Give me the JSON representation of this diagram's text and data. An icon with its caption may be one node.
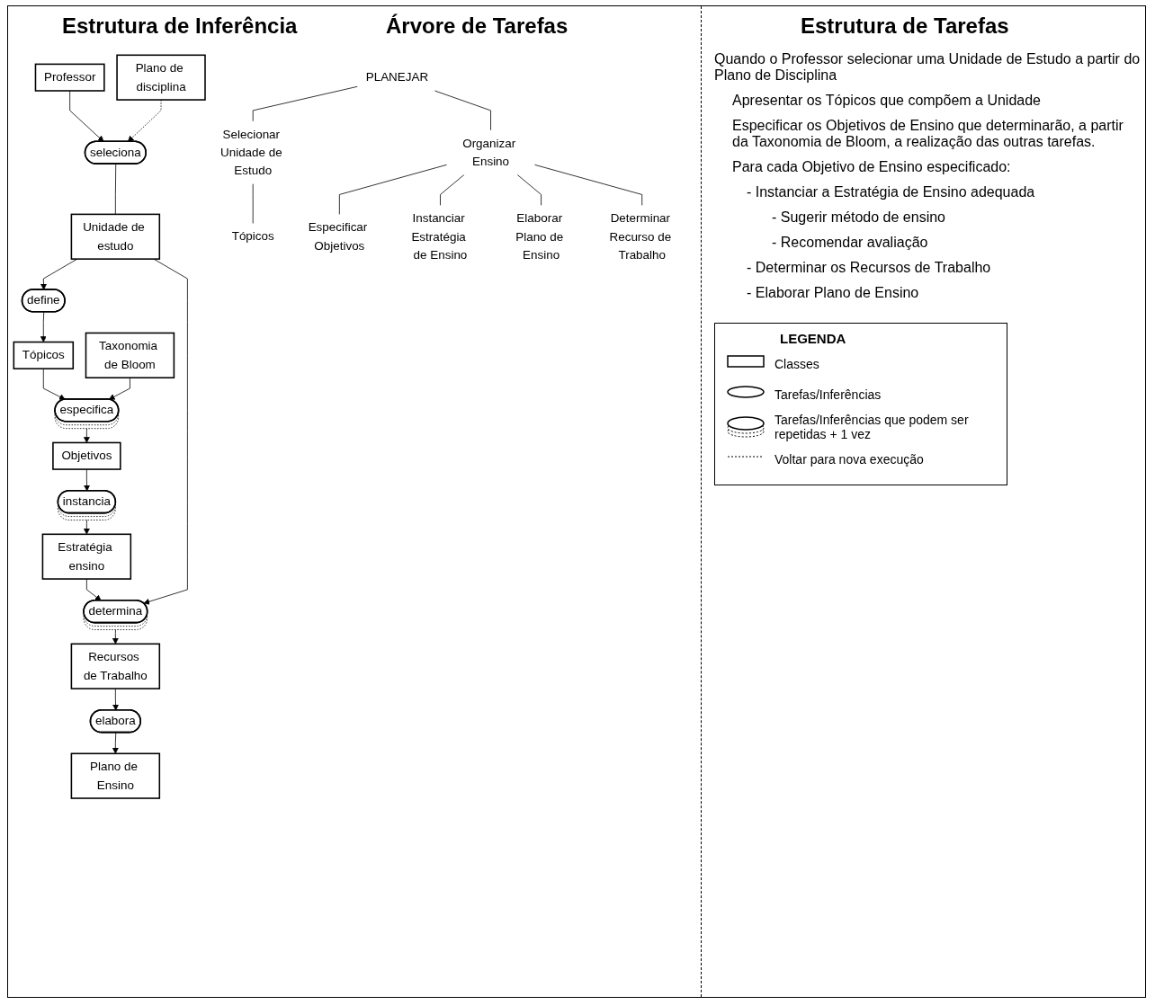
{
  "diagram": {
    "nodes": [
      {
        "text": [
          "Professor"
        ]
      },
      {
        "text": [
          "Plano de disciplina"
        ]
      },
      {
        "text": [
          "seleciona"
        ]
      },
      {
        "text": [
          "Unidade de estudo"
        ]
      },
      {
        "text": [
          "define"
        ]
      },
      {
        "text": [
          "Tópicos"
        ]
      },
      {
        "text": [
          "Taxonomia de Bloom"
        ]
      },
      {
        "text": [
          "especifica"
        ]
      },
      {
        "text": [
          "Objetivos"
        ]
      },
      {
        "text": [
          "instancia"
        ]
      },
      {
        "text": [
          "Estratégia ensino"
        ]
      },
      {
        "text": [
          "determina"
        ]
      },
      {
        "text": [
          "Recursos de Trabalho"
        ]
      },
      {
        "text": [
          "elabora"
        ]
      },
      {
        "text": [
          "Plano de Ensino"
        ]
      },
      {
        "text": [
          "PLANEJAR"
        ]
      },
      {
        "text": [
          "Selecionar Unidade de Estudo"
        ]
      },
      {
        "text": [
          "Organizar Ensino"
        ]
      },
      {
        "text": [
          "Tópicos"
        ]
      },
      {
        "text": [
          "Especificar Objetivos"
        ]
      },
      {
        "text": [
          "Instanciar Estratégia de Ensino"
        ]
      },
      {
        "text": [
          "Elaborar Plano de Ensino"
        ]
      },
      {
        "text": [
          "Determinar Recurso de Trabalho"
        ]
      }
    ],
    "edges": [
      {
        "from": 0,
        "to": 2,
        "arrow": "to"
      },
      {
        "from": 1,
        "to": 2,
        "arrow": "to",
        "style": "dashed"
      },
      {
        "from": 2,
        "to": 3,
        "arrow": "none"
      },
      {
        "from": 3,
        "to": 4,
        "arrow": "to"
      },
      {
        "from": 4,
        "to": 5,
        "arrow": "to"
      },
      {
        "from": 5,
        "to": 7,
        "arrow": "to"
      },
      {
        "from": 6,
        "to": 7,
        "arrow": "to"
      },
      {
        "from": 7,
        "to": 8,
        "arrow": "to"
      },
      {
        "from": 8,
        "to": 9,
        "arrow": "to"
      },
      {
        "from": 9,
        "to": 10,
        "arrow": "to"
      },
      {
        "from": 10,
        "to": 11,
        "arrow": "to"
      },
      {
        "from": 3,
        "to": 11,
        "arrow": "to"
      },
      {
        "from": 11,
        "to": 12,
        "arrow": "to"
      },
      {
        "from": 12,
        "to": 13,
        "arrow": "to"
      },
      {
        "from": 13,
        "to": 14,
        "arrow": "to"
      },
      {
        "from": 15,
        "to": 16,
        "arrow": "none"
      },
      {
        "from": 15,
        "to": 17,
        "arrow": "none"
      },
      {
        "from": 16,
        "to": 18,
        "arrow": "none"
      },
      {
        "from": 17,
        "to": 19,
        "arrow": "none"
      },
      {
        "from": 17,
        "to": 20,
        "arrow": "none"
      },
      {
        "from": 17,
        "to": 21,
        "arrow": "none"
      },
      {
        "from": 17,
        "to": 22,
        "arrow": "none"
      }
    ],
    "labels": [
      "Estrutura de Inferência",
      "Estrutura de Tarefas",
      "LEGENDA",
      "Quando o Professor selecionar uma Unidade de Estudo a partir do Plano de Disciplina",
      "Apresentar os Tópicos que compõem a Unidade",
      "Especificar os Objetivos de Ensino que determinarão, a partir da Taxonomia de Bloom, a realização das outras tarefas.",
      "Para cada Objetivo de Ensino especificado:",
      "- Instanciar a Estratégia de Ensino adequada",
      "- Sugerir método de ensino",
      "- Recomendar avaliação",
      "- Determinar os Recursos de Trabalho",
      "- Elaborar Plano de Ensino",
      "Árvore de Tarefas"
    ],
    "legend": [
      {
        "text": "Classes"
      },
      {
        "text": "Tarefas/Inferências"
      },
      {
        "text": "Tarefas/Inferências que podem ser repetidas + 1 vez"
      },
      {
        "text": "Voltar para nova execução"
      }
    ]
  }
}
